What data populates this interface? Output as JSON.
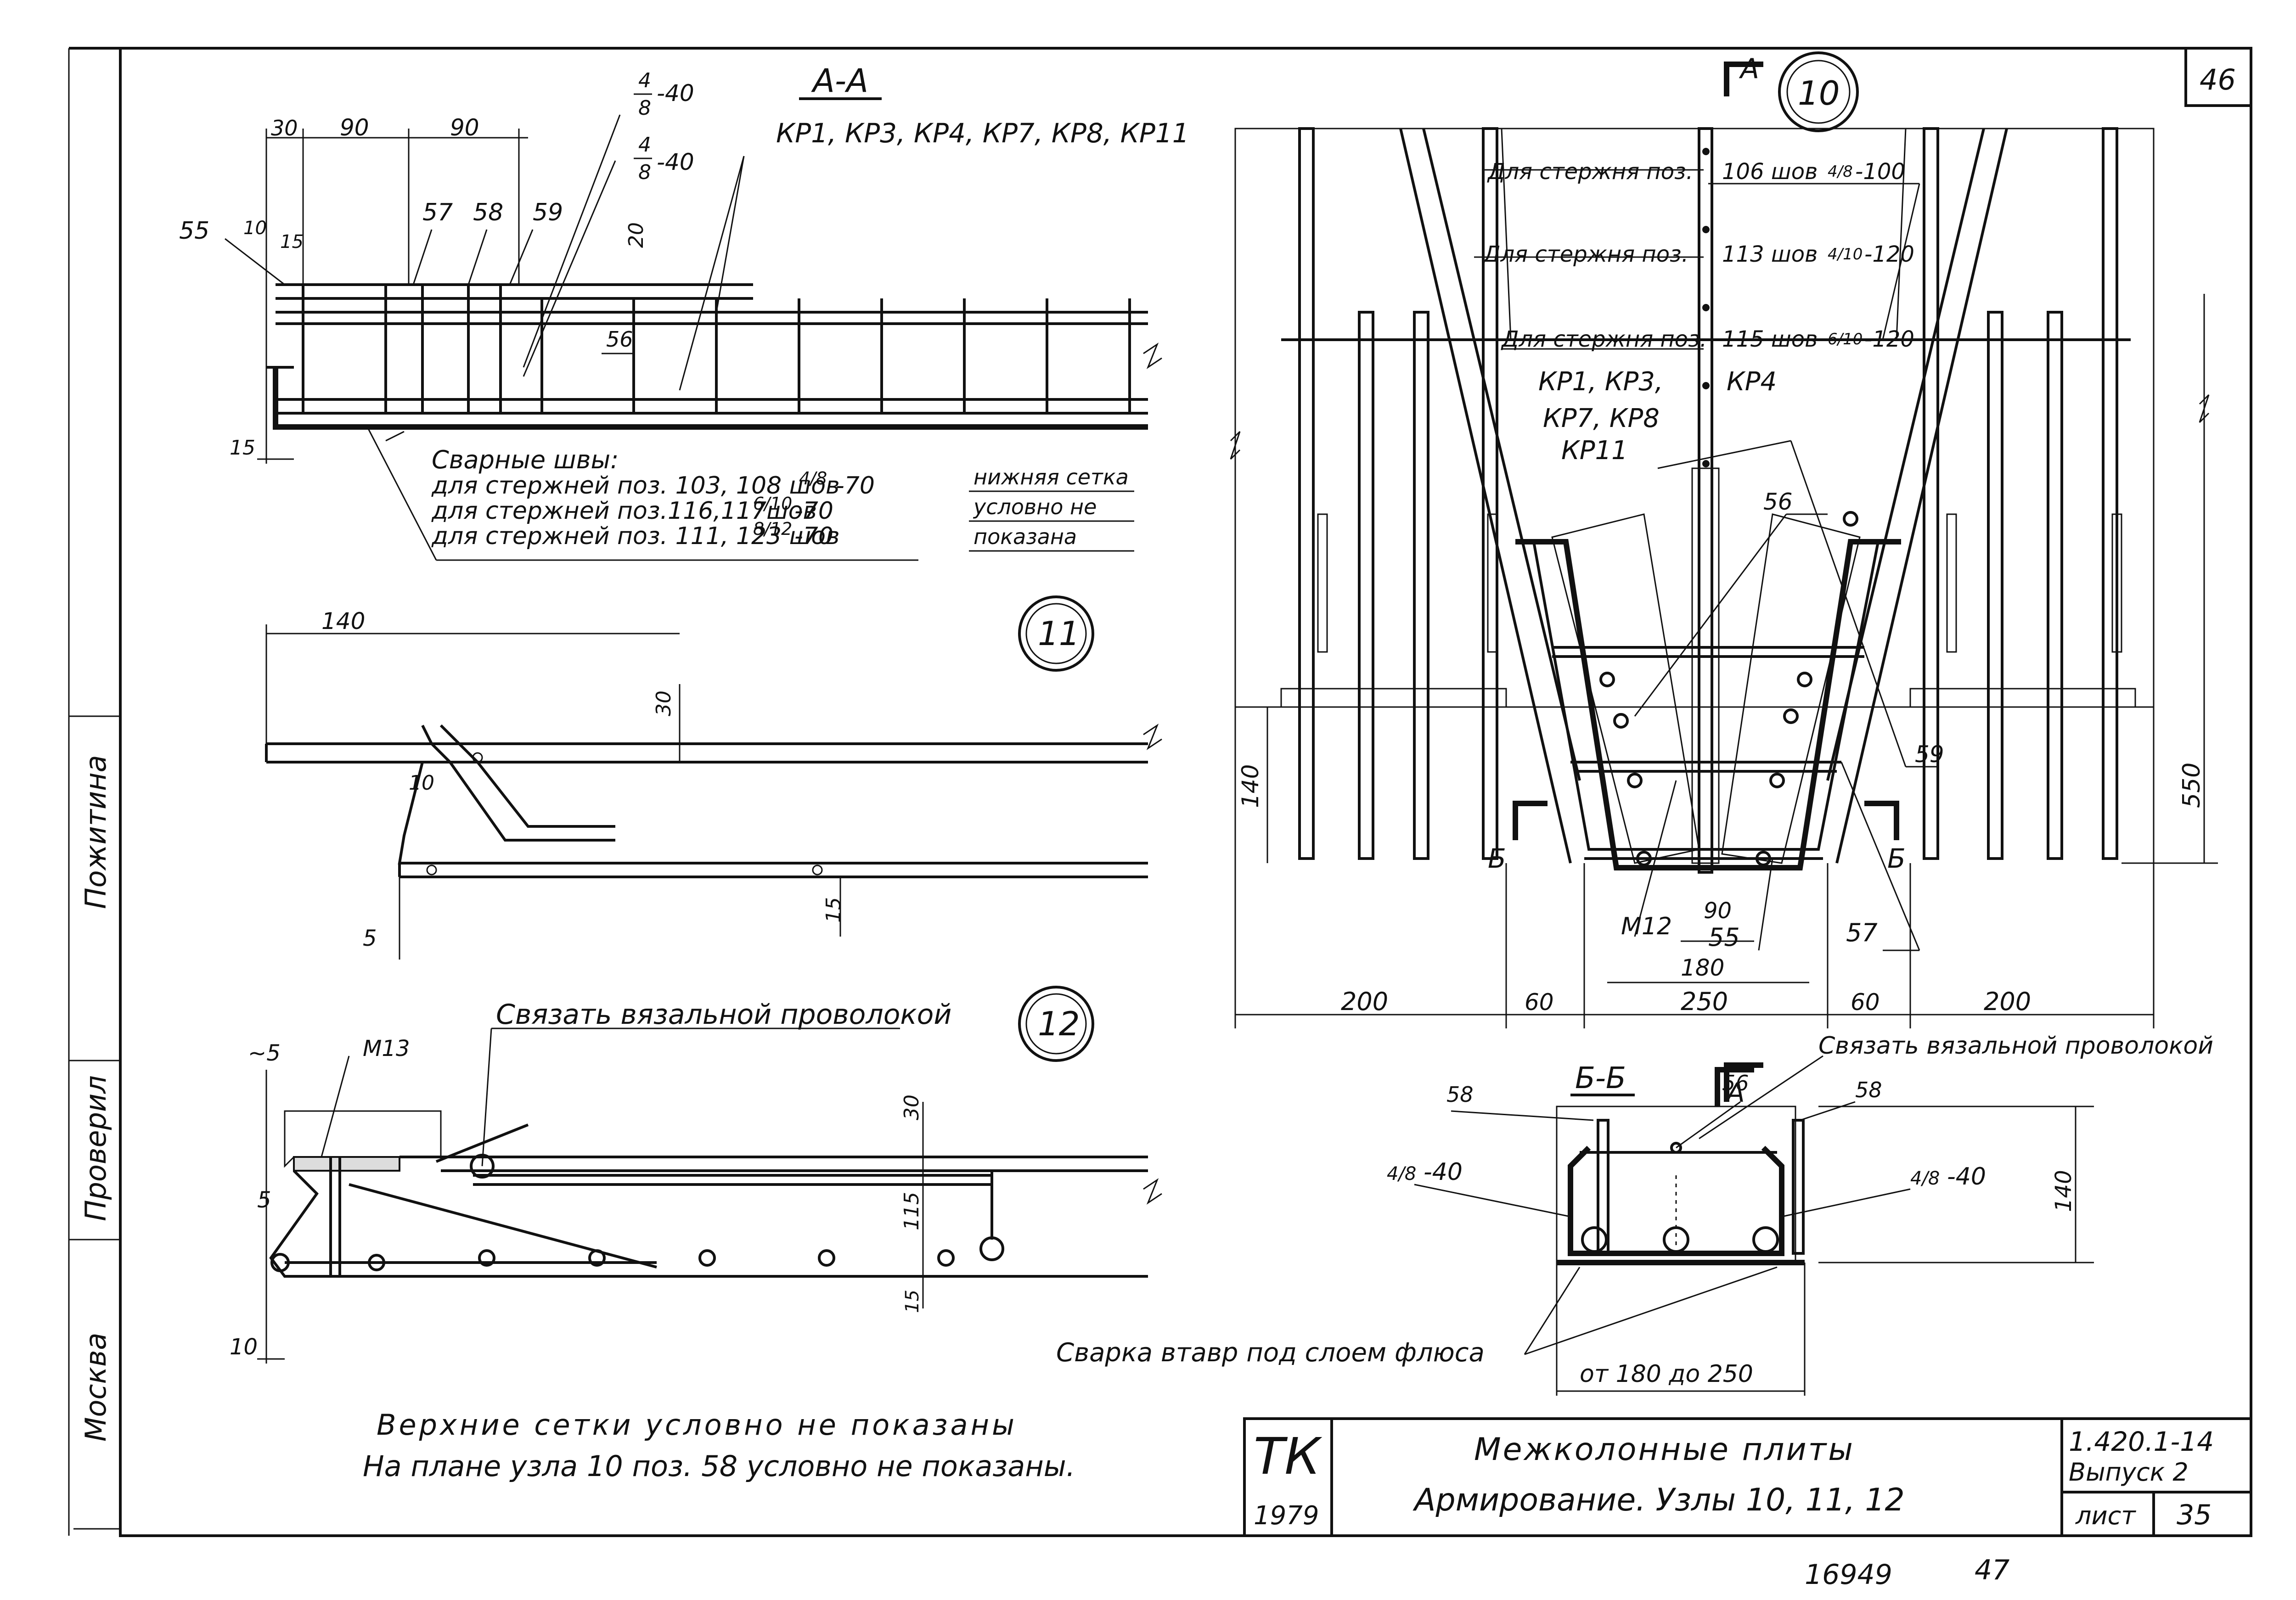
{
  "sheet_number_top": "46",
  "left_strip": [
    "Пожитина",
    "Проверил",
    "Москва"
  ],
  "section_aa": {
    "title": "А-А",
    "frames": "КР1, КР3, КР4, КР7, КР8, КР11",
    "dims": [
      "30",
      "90",
      "90",
      "10",
      "15",
      "15",
      "20"
    ],
    "weld_top_1": "-40",
    "weld_top_2": "-40",
    "positions": [
      "55",
      "57",
      "58",
      "59",
      "56"
    ],
    "welds_title": "Сварные швы:",
    "welds_lines": [
      "для стержней поз. 103, 108 шов",
      "для стержней поз.116,117шов",
      "для стержней поз. 111, 123 шов"
    ],
    "welds_tail": [
      "-70",
      "-70",
      "-70"
    ],
    "note_bottom_mesh": [
      "нижняя сетка",
      "условно не",
      "показана"
    ]
  },
  "node10": {
    "label": "10",
    "section_mark": "А",
    "rod_notes": [
      "Для стержня поз.",
      "Для стержня поз.",
      "Для стержня поз."
    ],
    "rod_welds": [
      "106 шов",
      "113 шов",
      "115 шов"
    ],
    "rod_weld_tails": [
      "-100",
      "-120",
      "-120"
    ],
    "frames_left": [
      "КР1, КР3,",
      "КР7, КР8",
      "КР11"
    ],
    "frame_right": "КР4",
    "positions": [
      "56",
      "59",
      "57",
      "55"
    ],
    "m12": "М12",
    "dims": [
      "140",
      "550",
      "90",
      "180",
      "200",
      "60",
      "250",
      "60",
      "200"
    ],
    "cut_mark": "Б"
  },
  "node11": {
    "label": "11",
    "dims": [
      "140",
      "30",
      "10",
      "15",
      "5"
    ]
  },
  "node12": {
    "label": "12",
    "tie_note": "Связать вязальной проволокой",
    "m13": "М13",
    "dims": [
      "~5",
      "5",
      "30",
      "115",
      "15",
      "10"
    ]
  },
  "section_bb": {
    "title": "Б-Б",
    "mark_a": "А",
    "tie_note": "Связать вязальной проволокой",
    "positions": [
      "58",
      "56",
      "58"
    ],
    "weld_left": "-40",
    "weld_right": "-40",
    "dim_height": "140",
    "dim_width": "от 180 до 250",
    "weld_note": "Сварка втавр под слоем флюса"
  },
  "notes": [
    "Верхние сетки условно не показаны",
    "На плане узла 10 поз. 58 условно не показаны."
  ],
  "title_block": {
    "org": "ТК",
    "year": "1979",
    "title_line1": "Межколонные плиты",
    "title_line2": "Армирование. Узлы 10, 11, 12",
    "series": "1.420.1-14",
    "issue": "Выпуск 2",
    "sheet_label": "лист",
    "sheet": "35"
  },
  "stamp": [
    "16949",
    "47"
  ]
}
